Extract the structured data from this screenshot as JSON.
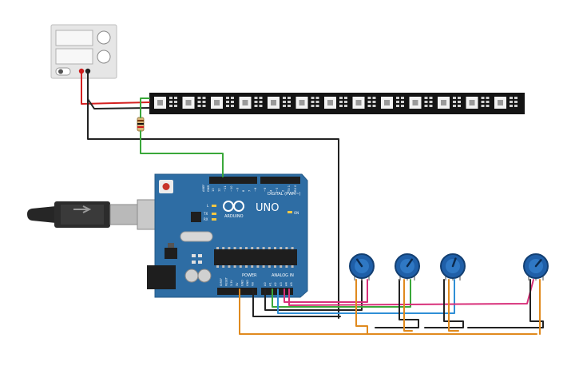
{
  "arduino": {
    "brand": "ARDUINO",
    "model": "UNO",
    "digital_label": "DIGITAL (PWM~)",
    "power_label": "POWER",
    "analog_label": "ANALOG IN",
    "aref_label": "AREF",
    "gnd_label": "GND",
    "on_label": "ON",
    "tx_label": "TX",
    "rx_label": "RX",
    "l_label": "L",
    "digital_pins": [
      "13",
      "12",
      "~11",
      "~10",
      "~9",
      "8",
      "7",
      "~6",
      "~5",
      "4",
      "~3",
      "2",
      "TX 1",
      "RX 0"
    ],
    "power_pins": [
      "IOREF",
      "RESET",
      "3.3V",
      "5V",
      "GND",
      "GND",
      "Vin"
    ],
    "analog_pins": [
      "A0",
      "A1",
      "A2",
      "A3",
      "A4",
      "A5"
    ]
  },
  "led_strip": {
    "pixel_count": 13
  },
  "potentiometer_count": 4,
  "colors": {
    "board": "#2e6da4",
    "wire_red": "#d42020",
    "wire_black": "#222222",
    "wire_green": "#3aa83a",
    "wire_pink": "#d8307a",
    "wire_blue": "#2f8fd6",
    "wire_orange": "#e08a1e",
    "pot_blue": "#1f5fa8"
  }
}
